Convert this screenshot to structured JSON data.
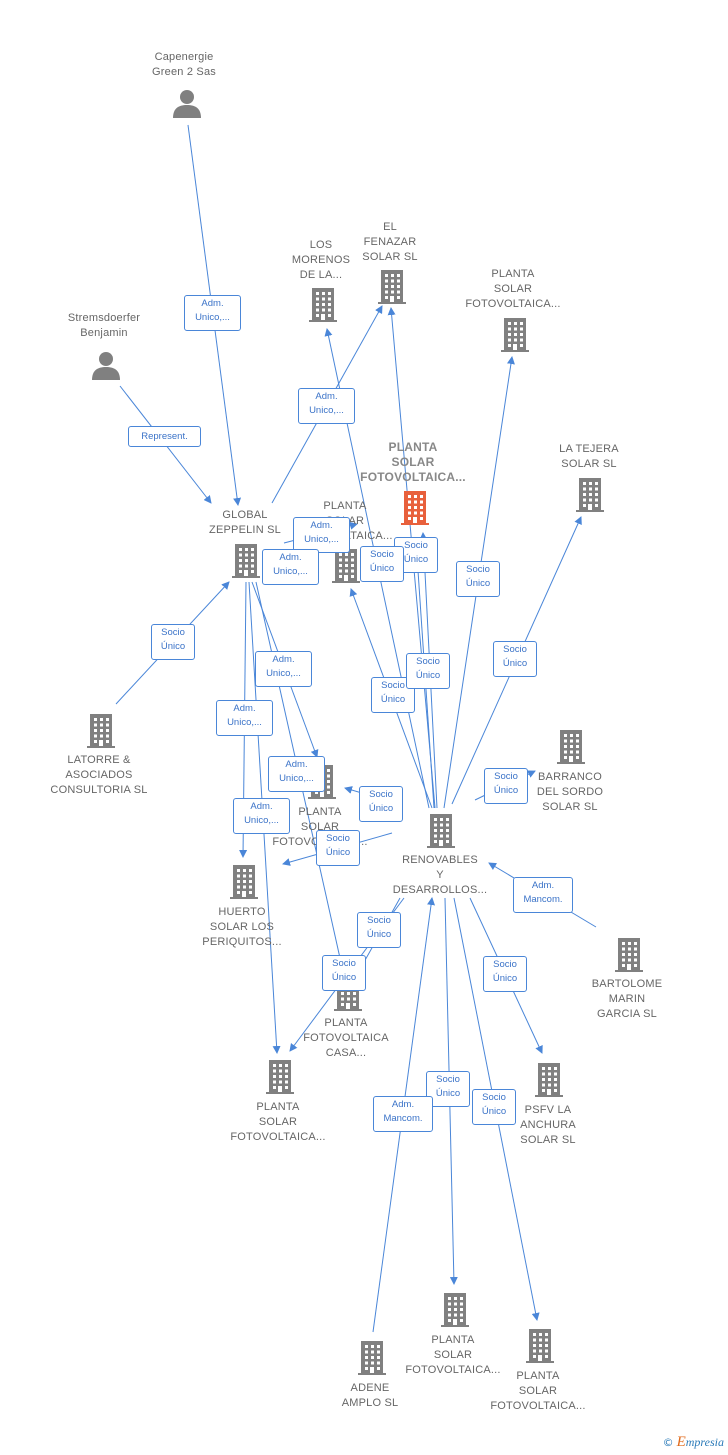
{
  "colors": {
    "edge": "#4a86d8",
    "icon": "#808080",
    "main_icon": "#e8603c",
    "text": "#666666"
  },
  "nodes": {
    "capenergie": {
      "label": "Capenergie\nGreen 2 Sas",
      "kind": "person"
    },
    "stremsdoerfer": {
      "label": "Stremsdoerfer\nBenjamin",
      "kind": "person"
    },
    "los_morenos": {
      "label": "LOS\nMORENOS\nDE LA...",
      "kind": "company"
    },
    "el_fenazar": {
      "label": "EL\nFENAZAR\nSOLAR  SL",
      "kind": "company"
    },
    "planta_top": {
      "label": "PLANTA\nSOLAR\nFOTOVOLTAICA...",
      "kind": "company"
    },
    "main": {
      "label": "PLANTA\nSOLAR\nFOTOVOLTAICA...",
      "kind": "main"
    },
    "la_tejera": {
      "label": "LA TEJERA\nSOLAR  SL",
      "kind": "company"
    },
    "global_zeppelin": {
      "label": "GLOBAL\nZEPPELIN  SL",
      "kind": "company"
    },
    "planta_mid": {
      "label": "PLANTA\nSOLAR\nFOTOVOLTAICA...",
      "kind": "company"
    },
    "latorre": {
      "label": "LATORRE &\nASOCIADOS\nCONSULTORIA SL",
      "kind": "company"
    },
    "planta_center": {
      "label": "PLANTA\nSOLAR\nFOTOVOLTAICA...",
      "kind": "company"
    },
    "barranco": {
      "label": "BARRANCO\nDEL SORDO\nSOLAR  SL",
      "kind": "company"
    },
    "renovables": {
      "label": "RENOVABLES\nY\nDESARROLLOS...",
      "kind": "company"
    },
    "huerto": {
      "label": "HUERTO\nSOLAR LOS\nPERIQUITOS...",
      "kind": "company"
    },
    "bartolome": {
      "label": "BARTOLOME\nMARIN\nGARCIA  SL",
      "kind": "company"
    },
    "planta_casa": {
      "label": "PLANTA\nFOTOVOLTAICA\nCASA...",
      "kind": "company"
    },
    "planta_left": {
      "label": "PLANTA\nSOLAR\nFOTOVOLTAICA...",
      "kind": "company"
    },
    "psfv": {
      "label": "PSFV LA\nANCHURA\nSOLAR  SL",
      "kind": "company"
    },
    "planta_b1": {
      "label": "PLANTA\nSOLAR\nFOTOVOLTAICA...",
      "kind": "company"
    },
    "planta_b2": {
      "label": "PLANTA\nSOLAR\nFOTOVOLTAICA...",
      "kind": "company"
    },
    "adene": {
      "label": "ADENE\nAMPLO SL",
      "kind": "company"
    }
  },
  "edge_labels": {
    "capenergie_global": "Adm.\nUnico,...",
    "stremsdoerfer_global": "Represent.",
    "global_fenazar": "Adm.\nUnico,...",
    "global_main": "Adm.\nUnico,...",
    "global_plantamid": "Adm.\nUnico,...",
    "latorre_global": "Socio\nÚnico",
    "global_plantacenter": "Adm.\nUnico,...",
    "global_huerto": "Adm.\nUnico,...",
    "global_casa": "Adm.\nUnico,...",
    "global_plantaleft": "Adm.\nUnico,...",
    "ren_plantamid": "Socio\nÚnico",
    "ren_main": "Socio\nÚnico",
    "ren_main2": "Socio\nÚnico",
    "ren_morenos": "Socio\nÚnico",
    "ren_plantatop": "Socio\nÚnico",
    "ren_tejera": "Socio\nÚnico",
    "ren_barranco": "Socio\nÚnico",
    "ren_plantacenter": "Socio\nÚnico",
    "ren_huerto": "Socio\nÚnico",
    "ren_casa": "Socio\nÚnico",
    "ren_plantaleft": "Socio\nÚnico",
    "bartolome_ren": "Adm.\nMancom.",
    "ren_psfv": "Socio\nÚnico",
    "ren_b1": "Socio\nÚnico",
    "ren_b2": "Socio\nÚnico",
    "adene_ren": "Adm.\nMancom."
  },
  "footer": {
    "copyright": "©",
    "brand_initial": "E",
    "brand_rest": "mpresia"
  }
}
